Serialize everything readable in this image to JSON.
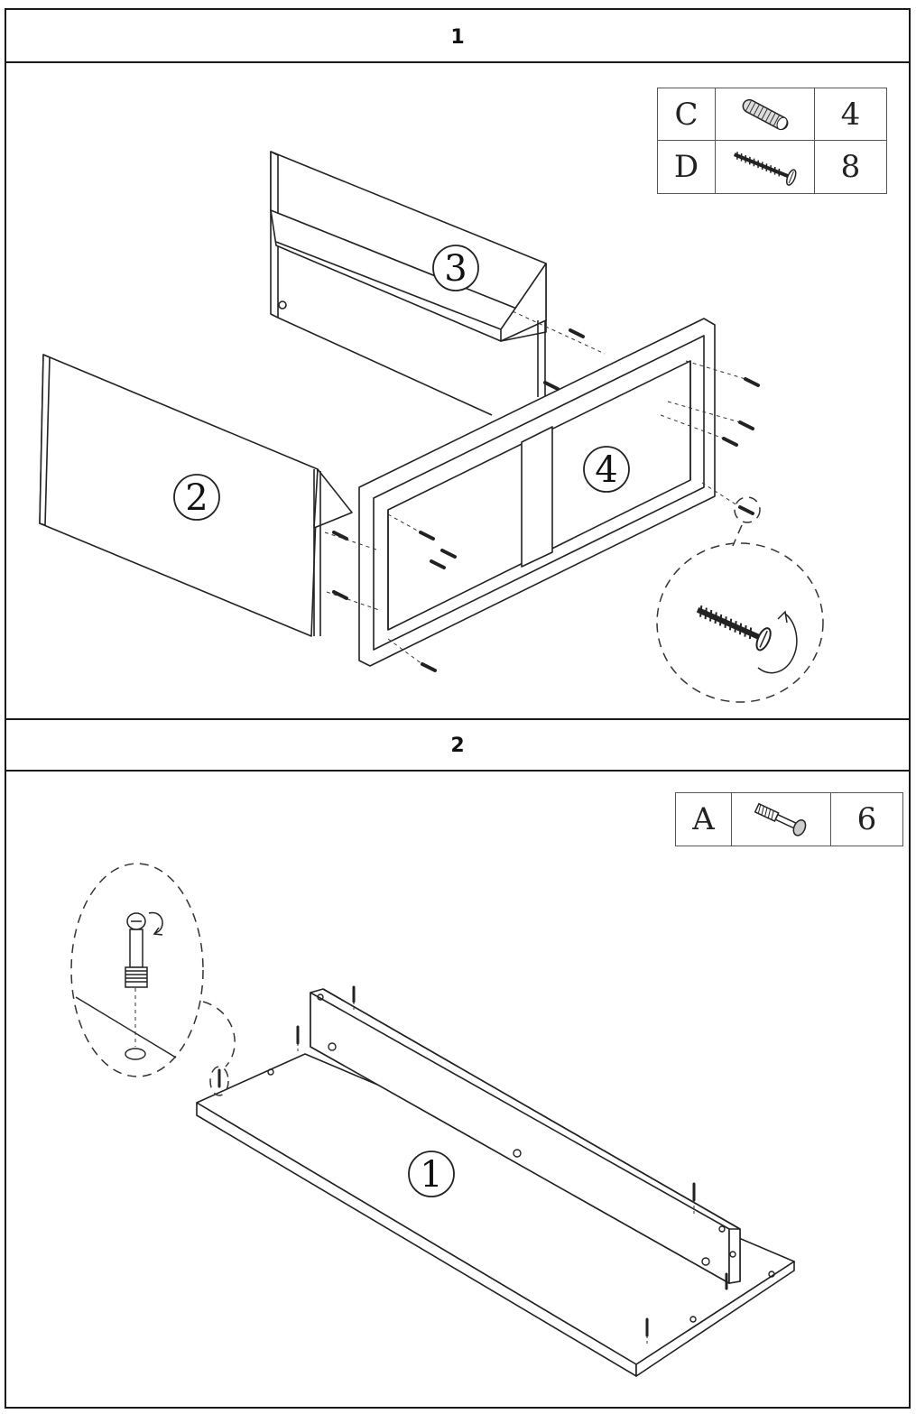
{
  "steps": [
    {
      "number": "1",
      "parts": [
        {
          "letter": "C",
          "icon": "dowel-icon",
          "qty": "4"
        },
        {
          "letter": "D",
          "icon": "screw-icon",
          "qty": "8"
        }
      ],
      "panel_labels": [
        "2",
        "3",
        "4"
      ]
    },
    {
      "number": "2",
      "parts": [
        {
          "letter": "A",
          "icon": "cam-bolt-icon",
          "qty": "6"
        }
      ],
      "panel_labels": [
        "1"
      ]
    }
  ]
}
